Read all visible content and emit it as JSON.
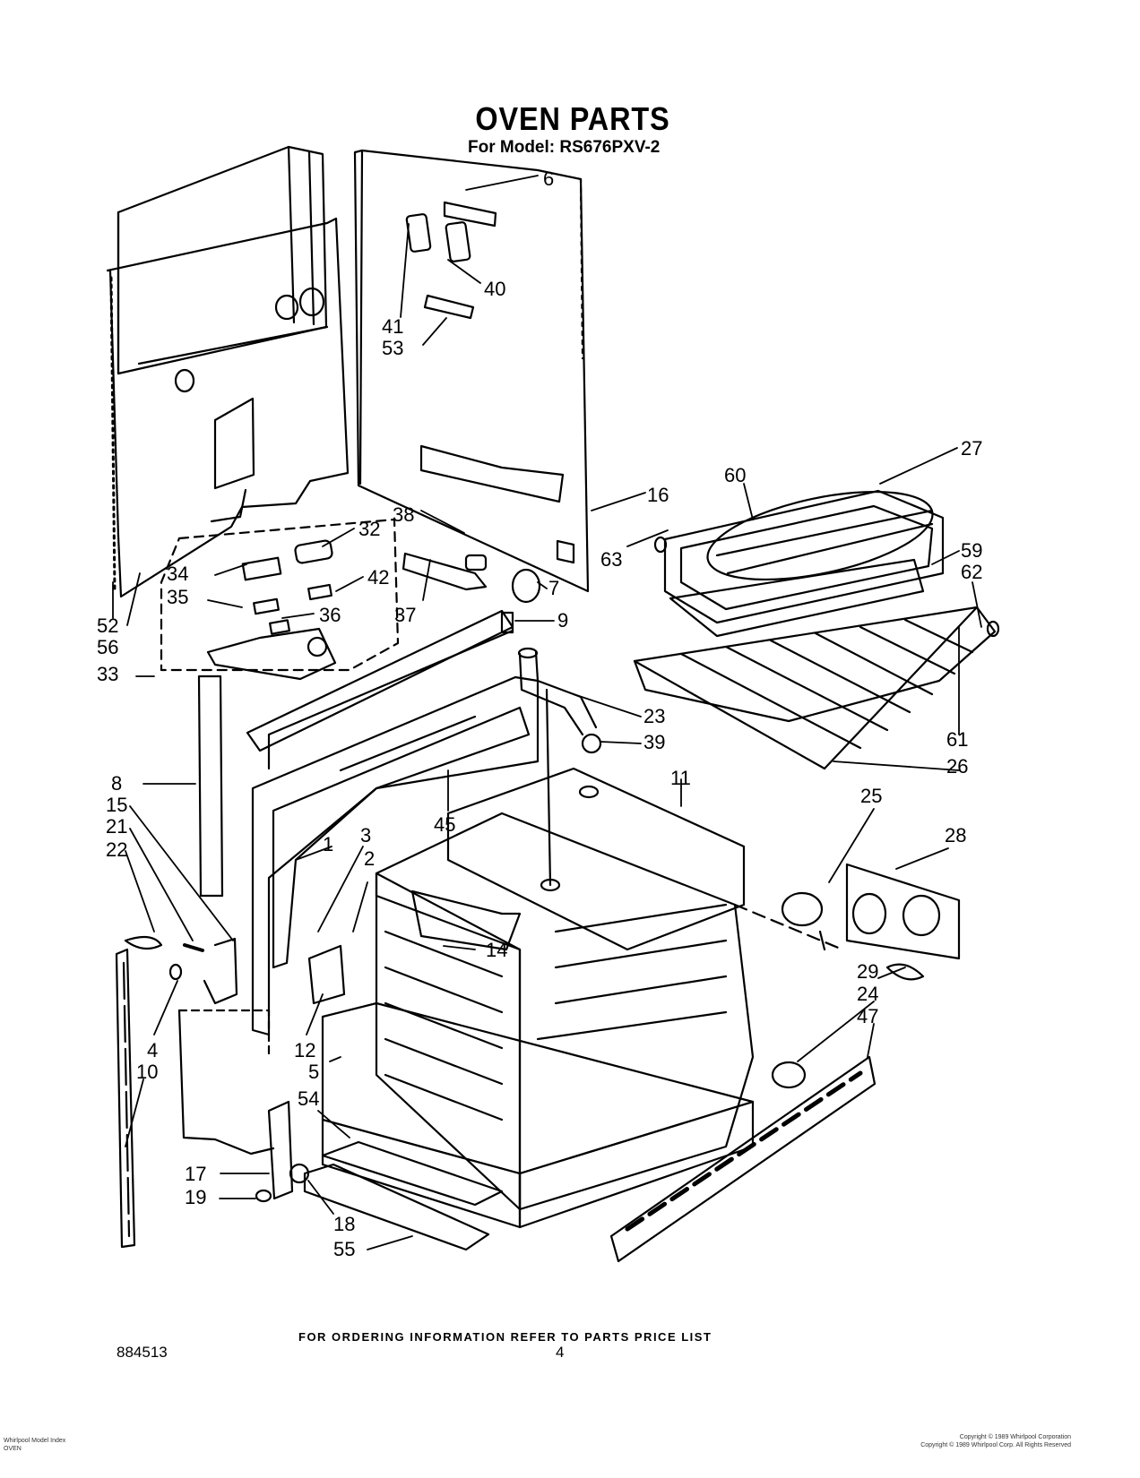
{
  "title": "OVEN PARTS",
  "subtitle": "For Model: RS676PXV-2",
  "footer_note": "FOR ORDERING INFORMATION REFER TO PARTS PRICE LIST",
  "doc_number": "884513",
  "page_number": "4",
  "fine_print_left": [
    "Whirlpool Model Index",
    "OVEN"
  ],
  "fine_print_right": [
    "Copyright © 1989 Whirlpool Corporation",
    "Copyright © 1989 Whirlpool Corp. All Rights Reserved"
  ],
  "callouts": [
    "6",
    "40",
    "41",
    "53",
    "27",
    "60",
    "16",
    "38",
    "32",
    "63",
    "59",
    "62",
    "34",
    "42",
    "7",
    "35",
    "36",
    "52",
    "37",
    "9",
    "56",
    "33",
    "23",
    "39",
    "61",
    "26",
    "8",
    "15",
    "11",
    "25",
    "21",
    "3",
    "28",
    "22",
    "45",
    "1",
    "2",
    "14",
    "29",
    "24",
    "4",
    "12",
    "47",
    "10",
    "5",
    "54",
    "17",
    "19",
    "18",
    "55"
  ]
}
